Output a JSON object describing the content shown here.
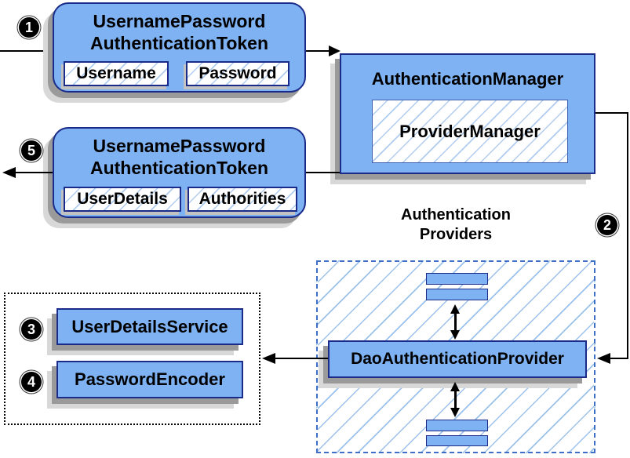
{
  "steps": {
    "s1": "1",
    "s2": "2",
    "s3": "3",
    "s4": "4",
    "s5": "5"
  },
  "request_token": {
    "title_line1": "UsernamePassword",
    "title_line2": "AuthenticationToken",
    "field1": "Username",
    "field2": "Password"
  },
  "response_token": {
    "title_line1": "UsernamePassword",
    "title_line2": "AuthenticationToken",
    "field1": "UserDetails",
    "field2": "Authorities"
  },
  "authentication_manager": {
    "title": "AuthenticationManager",
    "inner": "ProviderManager"
  },
  "providers_group": {
    "label_line1": "Authentication",
    "label_line2": "Providers",
    "provider": "DaoAuthenticationProvider"
  },
  "collaborators": {
    "service": "UserDetailsService",
    "encoder": "PasswordEncoder"
  },
  "colors": {
    "box_fill": "#7eb2f2",
    "box_border": "#1b2b89",
    "hatch_line": "#b0cdf1",
    "dashed_border": "#3e6ec5",
    "shadow_dark": "#9a9a9a",
    "shadow_light": "#d8d8d8",
    "arrow": "#000000"
  }
}
